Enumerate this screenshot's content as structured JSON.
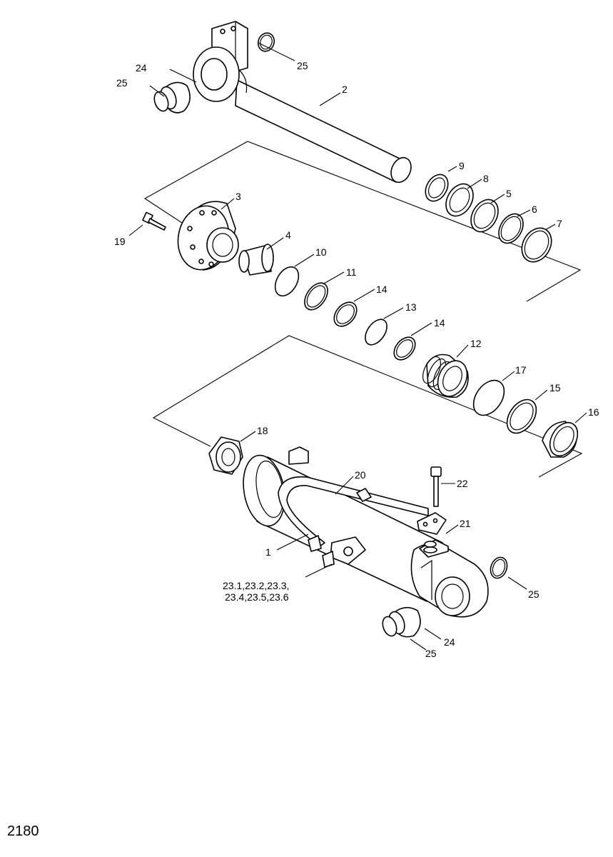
{
  "sheet_number": "2180",
  "labels": {
    "l1": "1",
    "l2": "2",
    "l3": "3",
    "l4": "4",
    "l5": "5",
    "l6": "6",
    "l7": "7",
    "l8": "8",
    "l9": "9",
    "l10": "10",
    "l11": "11",
    "l12": "12",
    "l13": "13",
    "l14a": "14",
    "l14b": "14",
    "l15": "15",
    "l16": "16",
    "l17": "17",
    "l18": "18",
    "l19": "19",
    "l20": "20",
    "l21": "21",
    "l22": "22",
    "l23a": "23.1,23.2,23.3,",
    "l23b": "23.4,23.5,23.6",
    "l24a": "24",
    "l24b": "24",
    "l25a": "25",
    "l25b": "25",
    "l25c": "25",
    "l25d": "25"
  }
}
